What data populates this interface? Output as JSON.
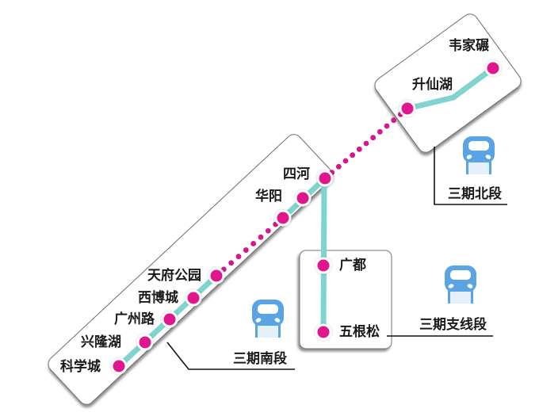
{
  "title": "成都地铁线路三期规划示意图",
  "colors": {
    "station": "#e0168f",
    "line": "#7fd4d0",
    "planned_dots": "#d6168c",
    "train_icon": "#5aa4e3",
    "panel_border": "#555555",
    "text": "#1a1a1a"
  },
  "stations": {
    "weijianian": "韦家碾",
    "shengxianhu": "升仙湖",
    "sihe": "四河",
    "huayang": "华阳",
    "tianfu_park": "天府公园",
    "xibocheng": "西博城",
    "guangzhou_road": "广州路",
    "xinglonghu": "兴隆湖",
    "kexuecheng": "科学城",
    "guangdu": "广都",
    "wugensong": "五根松"
  },
  "segments": {
    "north": "三期北段",
    "south": "三期南段",
    "branch": "三期支线段"
  },
  "icons": {
    "train": "train-front-icon"
  }
}
